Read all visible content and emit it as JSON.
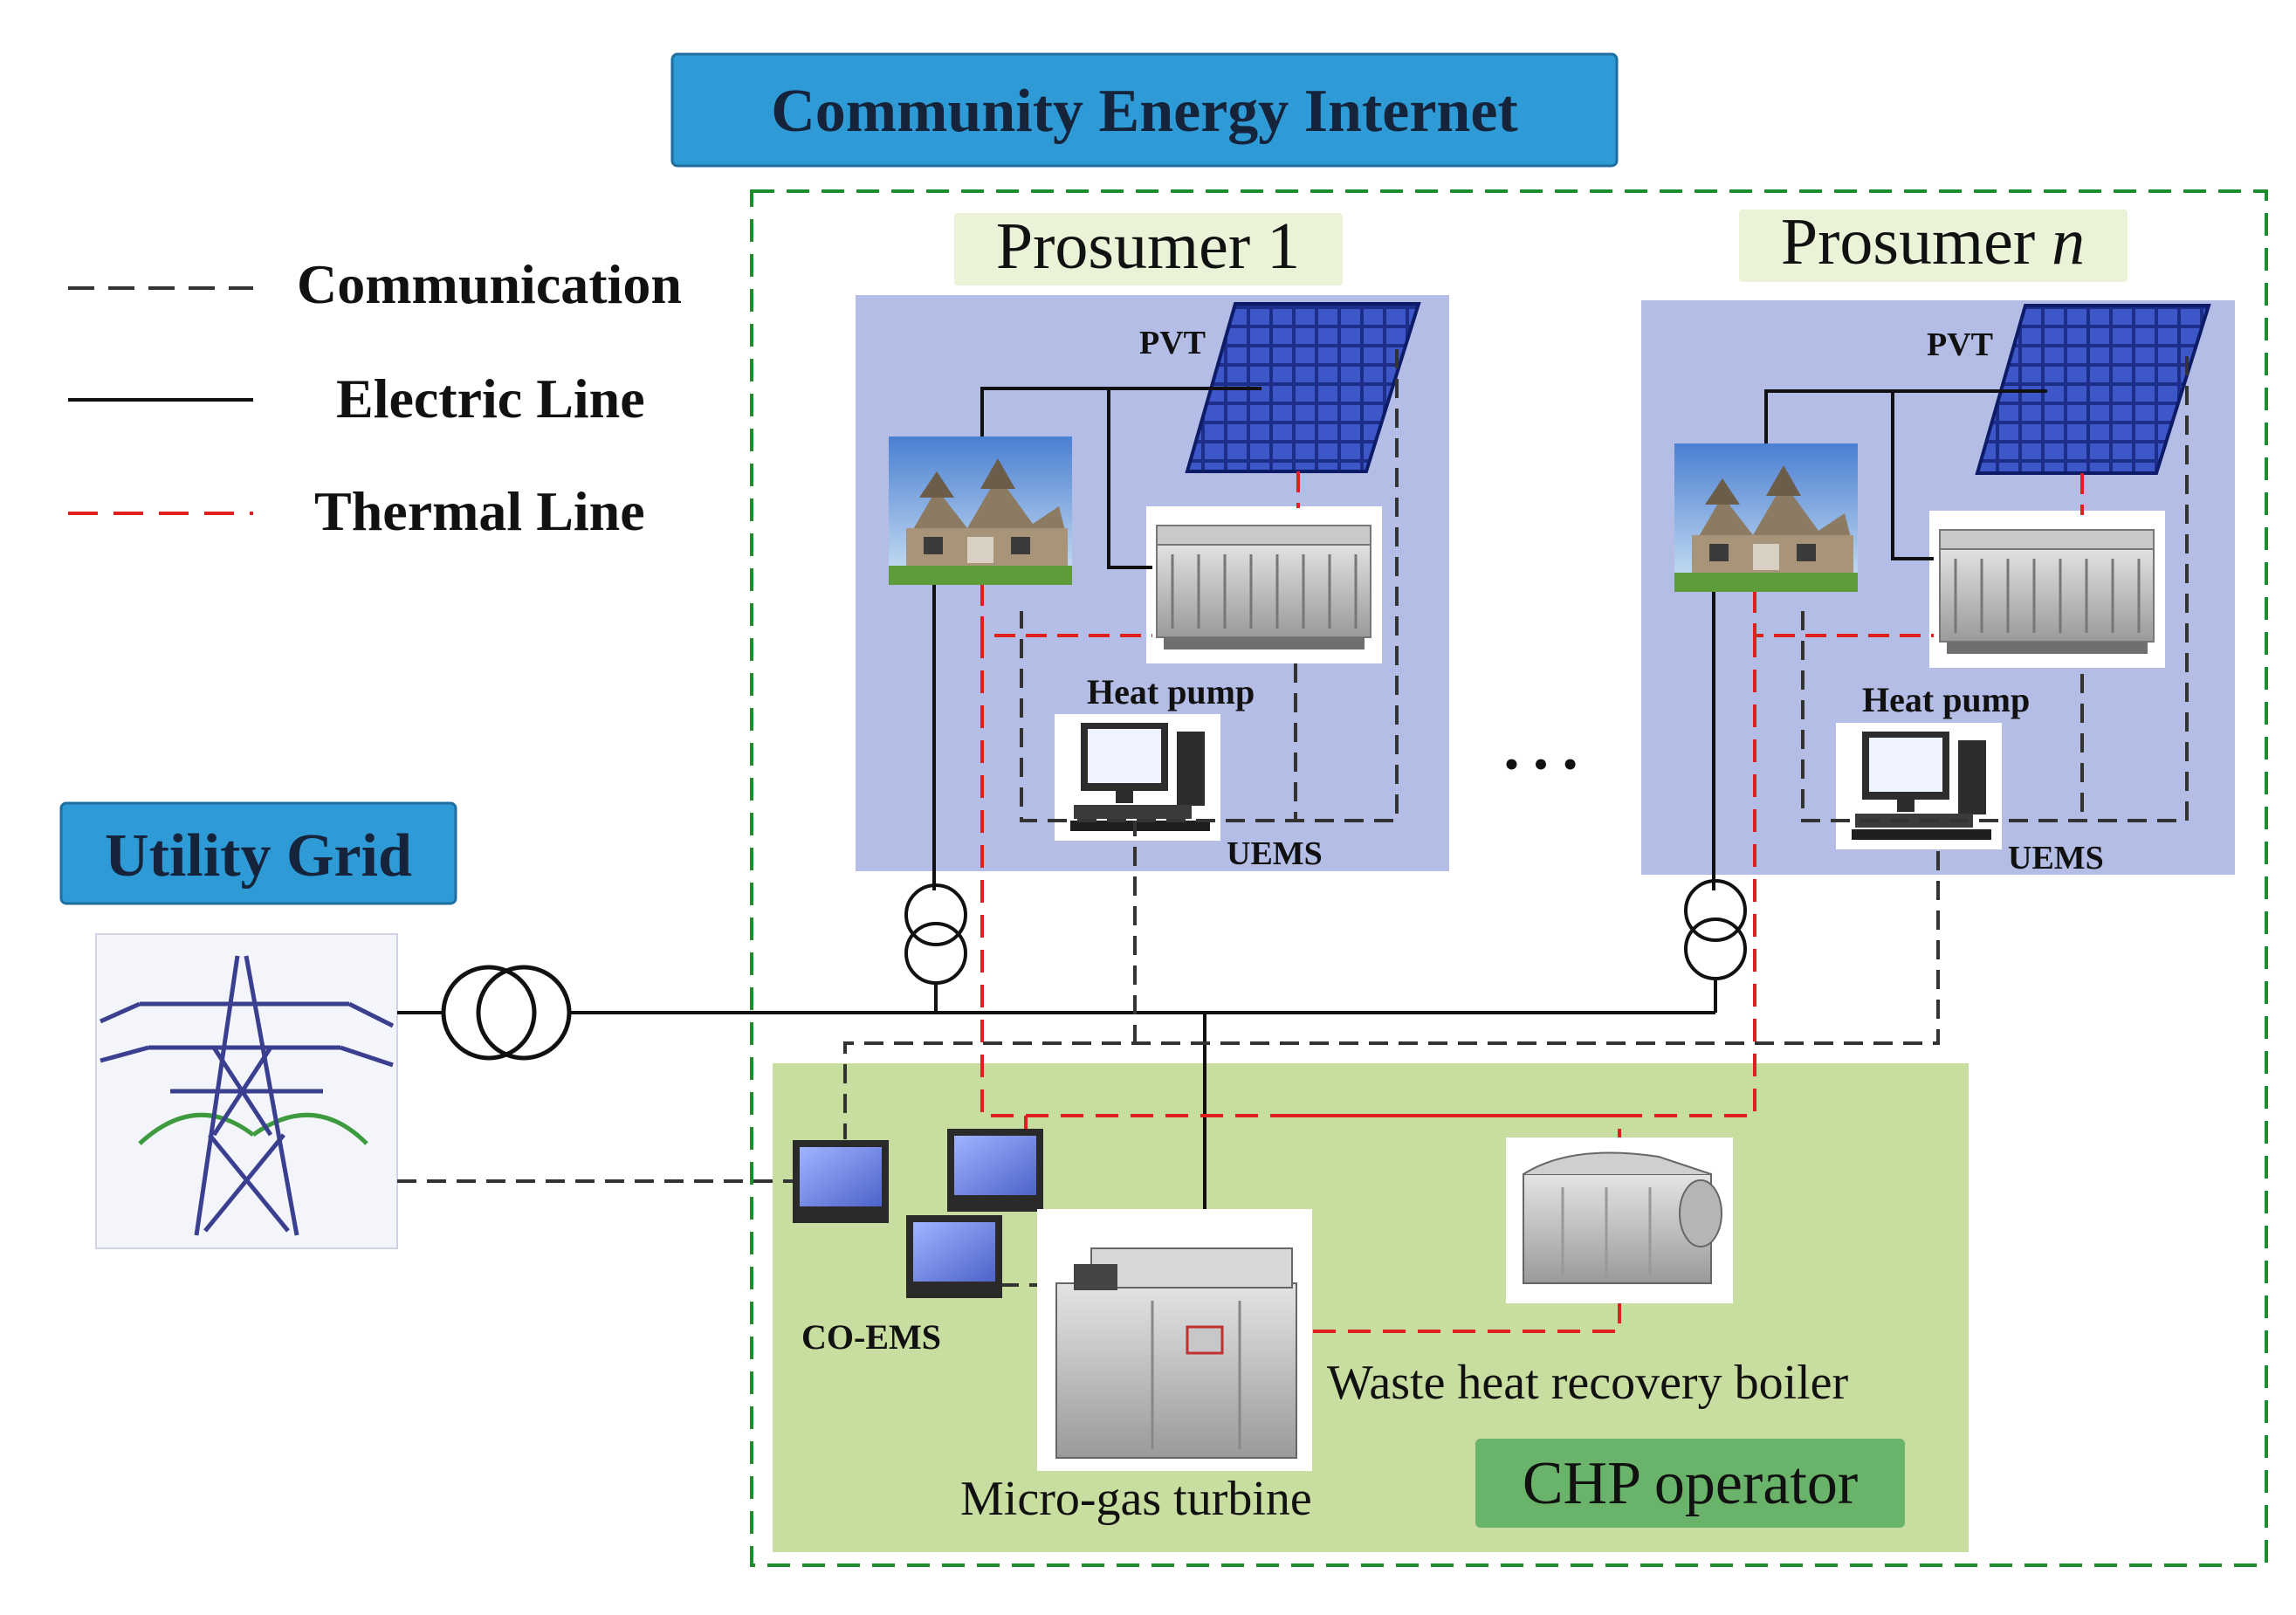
{
  "title": "Community Energy Internet",
  "utility_grid": {
    "label": "Utility Grid"
  },
  "legend": {
    "communication": "Communication",
    "electric": "Electric Line",
    "thermal": "Thermal Line"
  },
  "prosumer_1": {
    "title": "Prosumer 1",
    "pvt": "PVT",
    "heat_pump": "Heat pump",
    "uems": "UEMS"
  },
  "prosumer_n": {
    "title_prefix": "Prosumer ",
    "title_italic": "n",
    "pvt": "PVT",
    "heat_pump": "Heat pump",
    "uems": "UEMS"
  },
  "ellipsis": "• • •",
  "chp": {
    "operator": "CHP operator",
    "co_ems": "CO-EMS",
    "micro_gas_turbine": "Micro-gas turbine",
    "waste_heat_boiler": "Waste heat recovery boiler"
  },
  "colors": {
    "title_box": "#2f9bd6",
    "prosumer_panel": "#b3bde6",
    "prosumer_title_bg": "#eaf2d7",
    "chp_panel": "#c8dda0",
    "chp_label_bg": "#6ab36a",
    "community_border": "#1c8c2c",
    "thermal": "#e02020"
  },
  "icons": {
    "pvt": "solar-panel-icon",
    "house": "house-icon",
    "heat_pump": "heat-pump-icon",
    "uems": "computer-icon",
    "transformer": "transformer-icon",
    "tower": "transmission-tower-icon",
    "turbine": "micro-gas-turbine-icon",
    "boiler": "boiler-icon"
  }
}
